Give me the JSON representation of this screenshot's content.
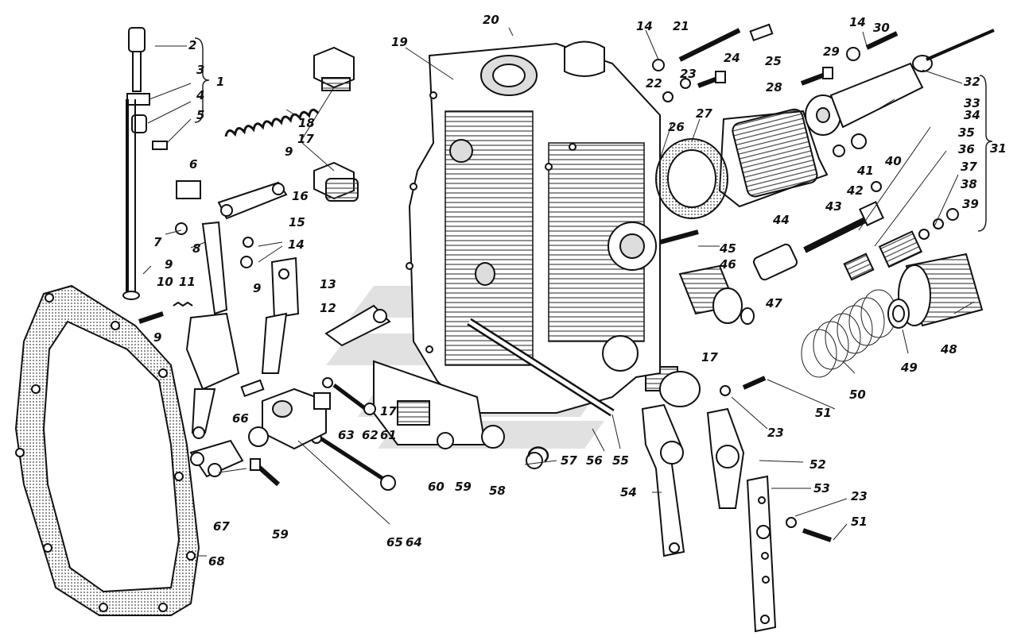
{
  "labels": [
    "1",
    "2",
    "3",
    "4",
    "5",
    "6",
    "7",
    "8",
    "9",
    "9",
    "9",
    "9",
    "10",
    "11",
    "12",
    "13",
    "14",
    "14",
    "14",
    "15",
    "16",
    "17",
    "17",
    "17",
    "18",
    "19",
    "20",
    "21",
    "22",
    "23",
    "23",
    "23",
    "24",
    "25",
    "26",
    "27",
    "28",
    "29",
    "30",
    "31",
    "32",
    "33",
    "34",
    "35",
    "36",
    "37",
    "38",
    "39",
    "40",
    "41",
    "42",
    "43",
    "44",
    "45",
    "46",
    "47",
    "48",
    "49",
    "50",
    "51",
    "51",
    "52",
    "53",
    "54",
    "55",
    "56",
    "57",
    "58",
    "59",
    "59",
    "60",
    "61",
    "62",
    "63",
    "64",
    "65",
    "66",
    "67",
    "68"
  ]
}
